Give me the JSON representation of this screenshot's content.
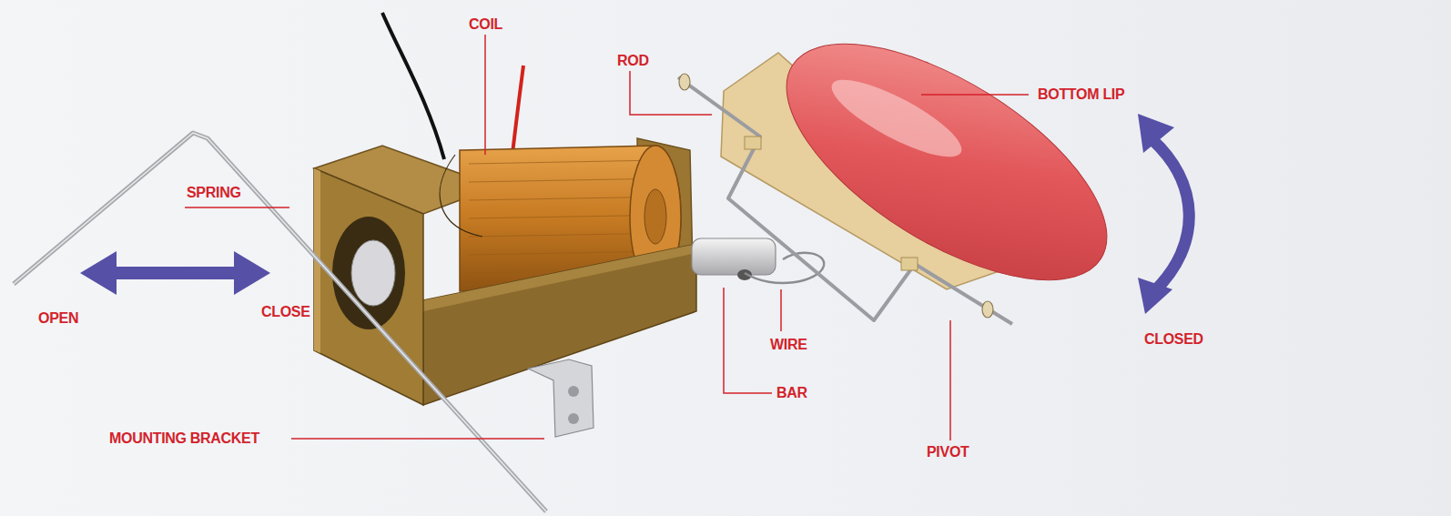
{
  "diagram": {
    "labels": [
      "COIL",
      "ROD",
      "BOTTOM LIP",
      "SPRING",
      "OPEN",
      "CLOSE",
      "CLOSED",
      "WIRE",
      "BAR",
      "MOUNTING BRACKET",
      "PIVOT"
    ]
  }
}
